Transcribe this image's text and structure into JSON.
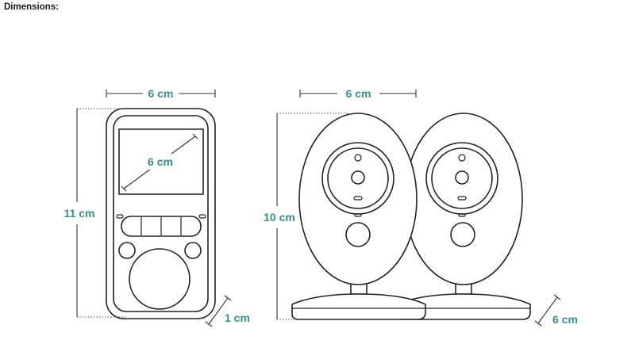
{
  "heading": "Dimensions:",
  "colors": {
    "label": "#3a8c8c",
    "line": "#222222"
  },
  "monitor": {
    "width_label": "6 cm",
    "screen_label": "6 cm",
    "height_label": "11 cm",
    "depth_label": "1 cm"
  },
  "cameras": {
    "width_label": "6 cm",
    "height_label": "10 cm",
    "depth_label": "6 cm"
  }
}
